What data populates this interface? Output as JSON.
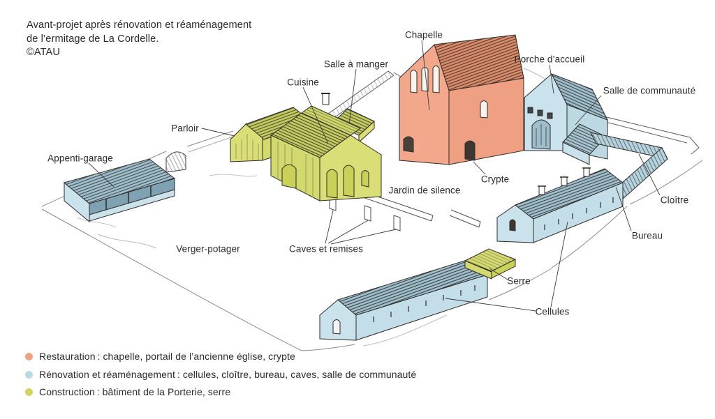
{
  "header": {
    "title_line1": "Avant-projet après rénovation et réaménagement",
    "title_line2": "de l’ermitage de La Cordelle.",
    "credit": "©ATAU"
  },
  "diagram": {
    "labels": {
      "chapelle": "Chapelle",
      "salle_a_manger": "Salle à manger",
      "cuisine": "Cuisine",
      "porche_daccueil": "Porche d’accueil",
      "salle_de_communaute": "Salle de communauté",
      "parloir": "Parloir",
      "appenti_garage": "Appenti-garage",
      "crypte": "Crypte",
      "jardin_de_silence": "Jardin de silence",
      "cloitre": "Cloître",
      "bureau": "Bureau",
      "verger_potager": "Verger-potager",
      "caves_et_remises": "Caves et remises",
      "serre": "Serre",
      "cellules": "Cellules"
    }
  },
  "legend": {
    "items": [
      {
        "color": "#efa183",
        "label": "Restauration : chapelle, portail de l’ancienne église, crypte"
      },
      {
        "color": "#bcd9e3",
        "label": "Rénovation et réaménagement : cellules, cloître, bureau, caves, salle de communauté"
      },
      {
        "color": "#cfd660",
        "label": "Construction : bâtiment de la Porterie, serre"
      }
    ]
  },
  "colors": {
    "restauration": "#efa183",
    "renovation": "#bcd9e3",
    "construction": "#cfd660"
  }
}
